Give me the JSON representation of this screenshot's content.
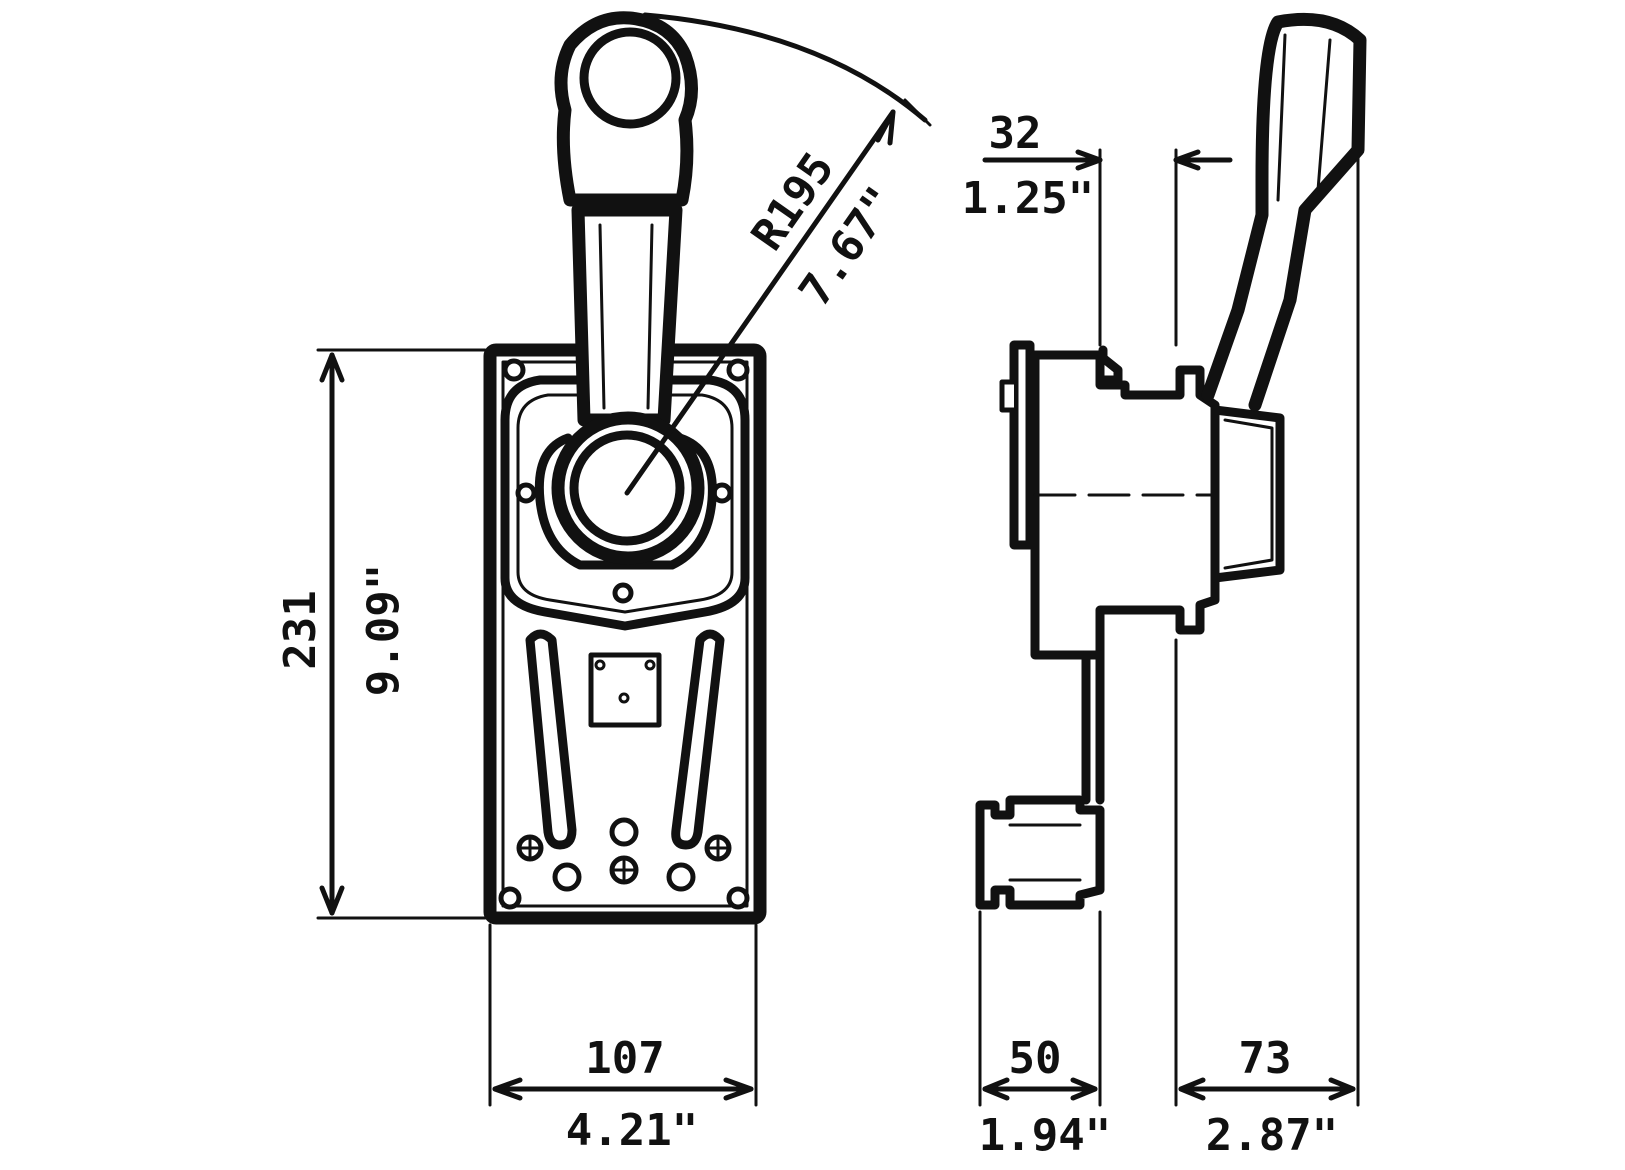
{
  "colors": {
    "ink": "#111111",
    "paper": "#ffffff"
  },
  "front_view": {
    "radius_mm": "R195",
    "radius_in": "7.67\"",
    "height_mm": "231",
    "height_in": "9.09\"",
    "width_mm": "107",
    "width_in": "4.21\""
  },
  "side_view": {
    "offset_mm": "32",
    "offset_in": "1.25\"",
    "base_depth_mm": "50",
    "base_depth_in": "1.94\"",
    "lever_depth_mm": "73",
    "lever_depth_in": "2.87\""
  }
}
